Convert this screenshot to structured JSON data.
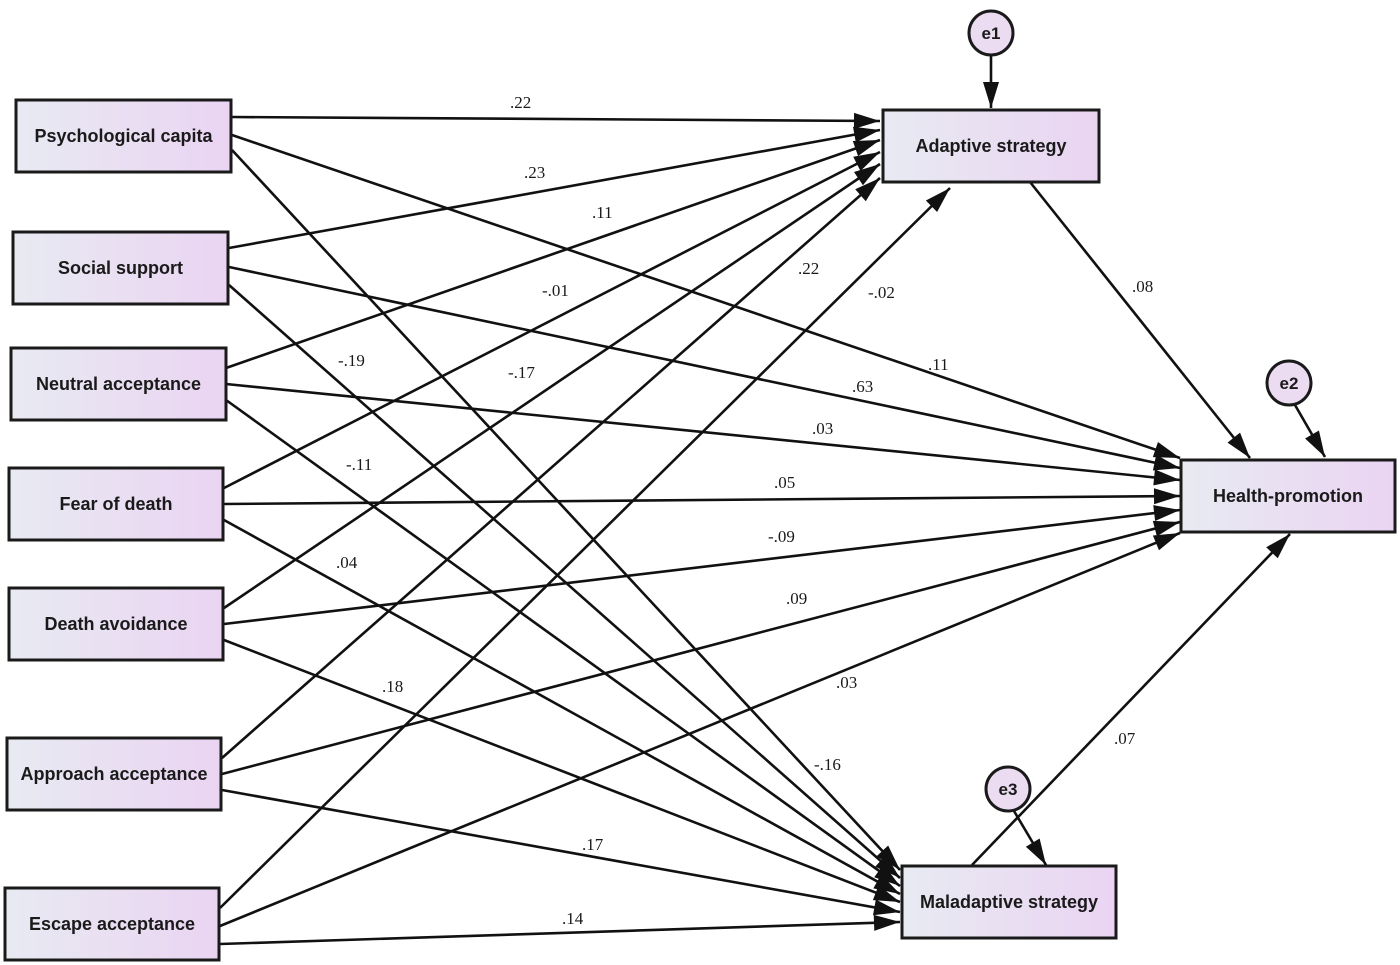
{
  "diagram": {
    "colors": {
      "box_fill_start": "#e8eaf2",
      "box_fill_end": "#ead4f2",
      "line": "#111111",
      "error_fill": "#ecdcf2"
    },
    "variables": {
      "psych": "Psychological capita",
      "social": "Social support",
      "neutral": "Neutral acceptance",
      "fear": "Fear of death",
      "avoid": "Death avoidance",
      "approach": "Approach acceptance",
      "escape": "Escape acceptance",
      "adaptive": "Adaptive strategy",
      "maladaptive": "Maladaptive strategy",
      "health": "Health-promotion"
    },
    "errors": {
      "e1": "e1",
      "e2": "e2",
      "e3": "e3"
    },
    "coefficients": {
      "psych_adaptive": ".22",
      "psych_health": ".11",
      "psych_maladaptive": "-.19",
      "social_adaptive": ".23",
      "social_health": ".63",
      "social_maladaptive": "-.11",
      "neutral_adaptive": ".11",
      "neutral_health": ".03",
      "neutral_maladaptive": ".04",
      "fear_adaptive": "-.01",
      "fear_health": ".05",
      "fear_maladaptive": ".18",
      "avoid_adaptive": "-.17",
      "avoid_health": "-.09",
      "avoid_maladaptive": "-.16",
      "approach_adaptive": ".22",
      "approach_health": ".09",
      "approach_maladaptive": ".17",
      "escape_adaptive": "-.02",
      "escape_health": ".03",
      "escape_maladaptive": ".14",
      "adaptive_health": ".08",
      "maladaptive_health": ".07"
    }
  }
}
